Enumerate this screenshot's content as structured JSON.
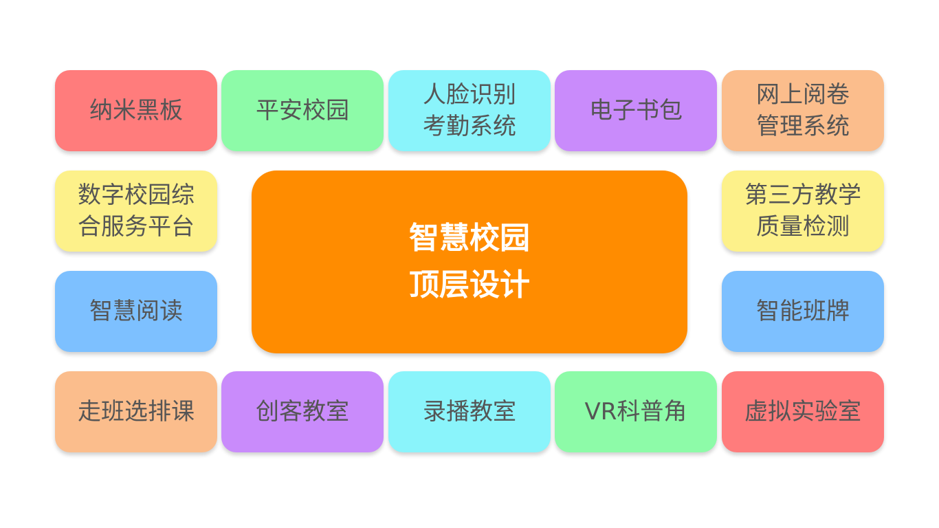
{
  "colors": {
    "red": "#ff7c7c",
    "green": "#8dfba8",
    "cyan": "#8af4fb",
    "purple": "#c98bfb",
    "peach": "#fbbd8c",
    "yellow": "#fdf18a",
    "blue": "#7dc0ff",
    "orange": "#ff8c00"
  },
  "center": {
    "line1": "智慧校园",
    "line2": "顶层设计",
    "color": "#ff8c00"
  },
  "tiles": [
    {
      "lines": [
        "纳米黑板"
      ],
      "color": "#ff7c7c"
    },
    {
      "lines": [
        "平安校园"
      ],
      "color": "#8dfba8"
    },
    {
      "lines": [
        "人脸识别",
        "考勤系统"
      ],
      "color": "#8af4fb"
    },
    {
      "lines": [
        "电子书包"
      ],
      "color": "#c98bfb"
    },
    {
      "lines": [
        "网上阅卷",
        "管理系统"
      ],
      "color": "#fbbd8c"
    },
    {
      "lines": [
        "数字校园综",
        "合服务平台"
      ],
      "color": "#fdf18a"
    },
    {
      "lines": [
        "第三方教学",
        "质量检测"
      ],
      "color": "#fdf18a"
    },
    {
      "lines": [
        "智慧阅读"
      ],
      "color": "#7dc0ff"
    },
    {
      "lines": [
        "智能班牌"
      ],
      "color": "#7dc0ff"
    },
    {
      "lines": [
        "走班选排课"
      ],
      "color": "#fbbd8c"
    },
    {
      "lines": [
        "创客教室"
      ],
      "color": "#c98bfb"
    },
    {
      "lines": [
        "录播教室"
      ],
      "color": "#8af4fb"
    },
    {
      "lines": [
        "VR科普角"
      ],
      "color": "#8dfba8"
    },
    {
      "lines": [
        "虚拟实验室"
      ],
      "color": "#ff7c7c"
    }
  ]
}
